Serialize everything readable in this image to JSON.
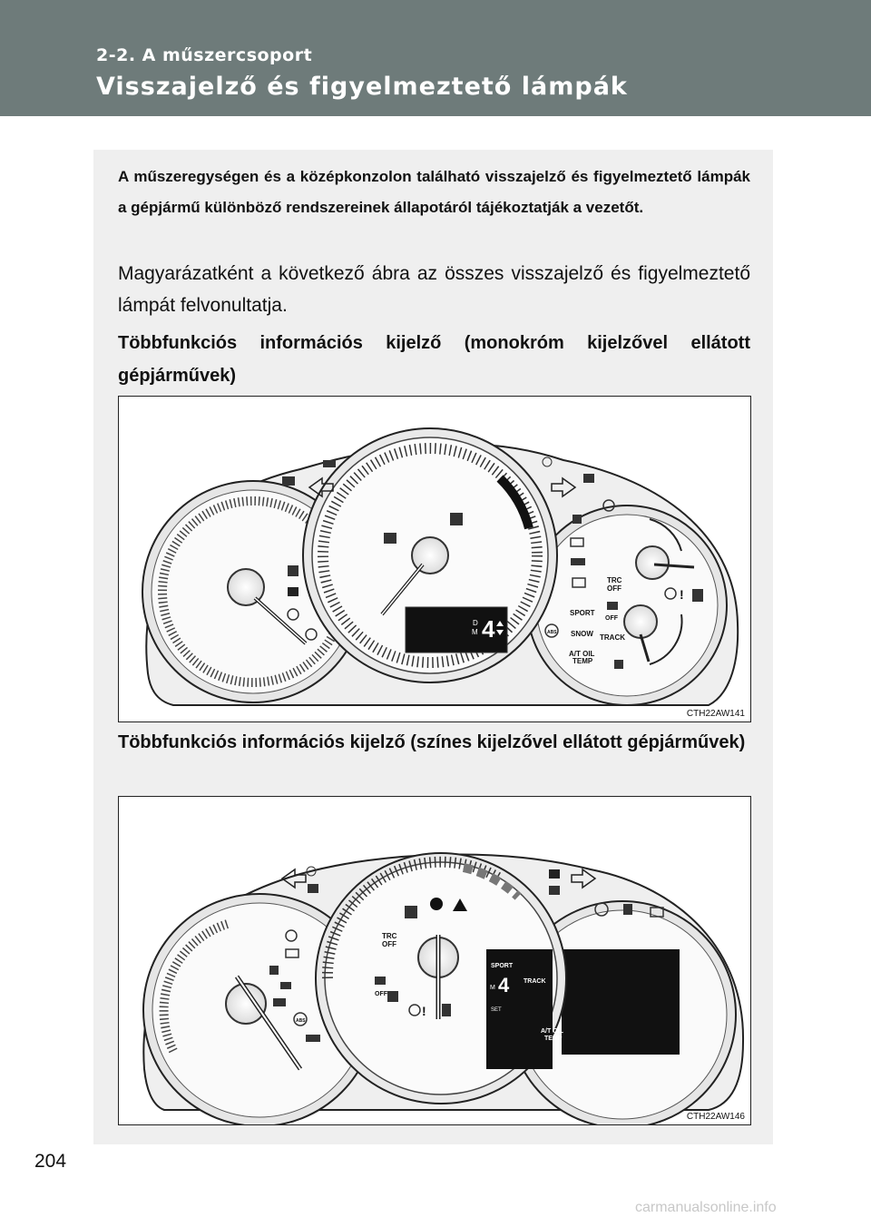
{
  "header": {
    "section": "2-2. A műszercsoport",
    "title": "Visszajelző és figyelmeztető lámpák"
  },
  "intro": "A műszeregységen és a középkonzolon található visszajelző és figyelmeztető lámpák a gépjármű különböző rendszereinek állapotáról tájékoztatják a vezetőt.",
  "body": "Magyarázatként a következő ábra az összes visszajelző és figyelmeztető lámpát felvonultatja.",
  "subheading_1": "Többfunkciós információs kijelző (monokróm kijelzővel ellátott gépjárművek)",
  "figure_1": {
    "code": "CTH22AW141",
    "labels": {
      "trc_off_1": "TRC",
      "trc_off_2": "OFF",
      "vsc_off": "OFF",
      "sport": "SPORT",
      "snow": "SNOW",
      "track": "TRACK",
      "at_oil_1": "A/T OIL",
      "at_oil_2": "TEMP",
      "abs": "ABS",
      "gear_d": "D",
      "gear_m": "M",
      "gear_num": "4"
    }
  },
  "subheading_2": "Többfunkciós információs kijelző (színes kijelzővel ellátott gépjárművek)",
  "figure_2": {
    "code": "CTH22AW146",
    "labels": {
      "trc_off_1": "TRC",
      "trc_off_2": "OFF",
      "vsc_off": "OFF",
      "sport": "SPORT",
      "track": "TRACK",
      "at_oil_1": "A/T OIL",
      "at_oil_2": "TEMP",
      "abs": "ABS",
      "gear_m": "M",
      "gear_num": "4",
      "set": "SET"
    }
  },
  "page_number": "204",
  "watermark": "carmanualsonline.info"
}
